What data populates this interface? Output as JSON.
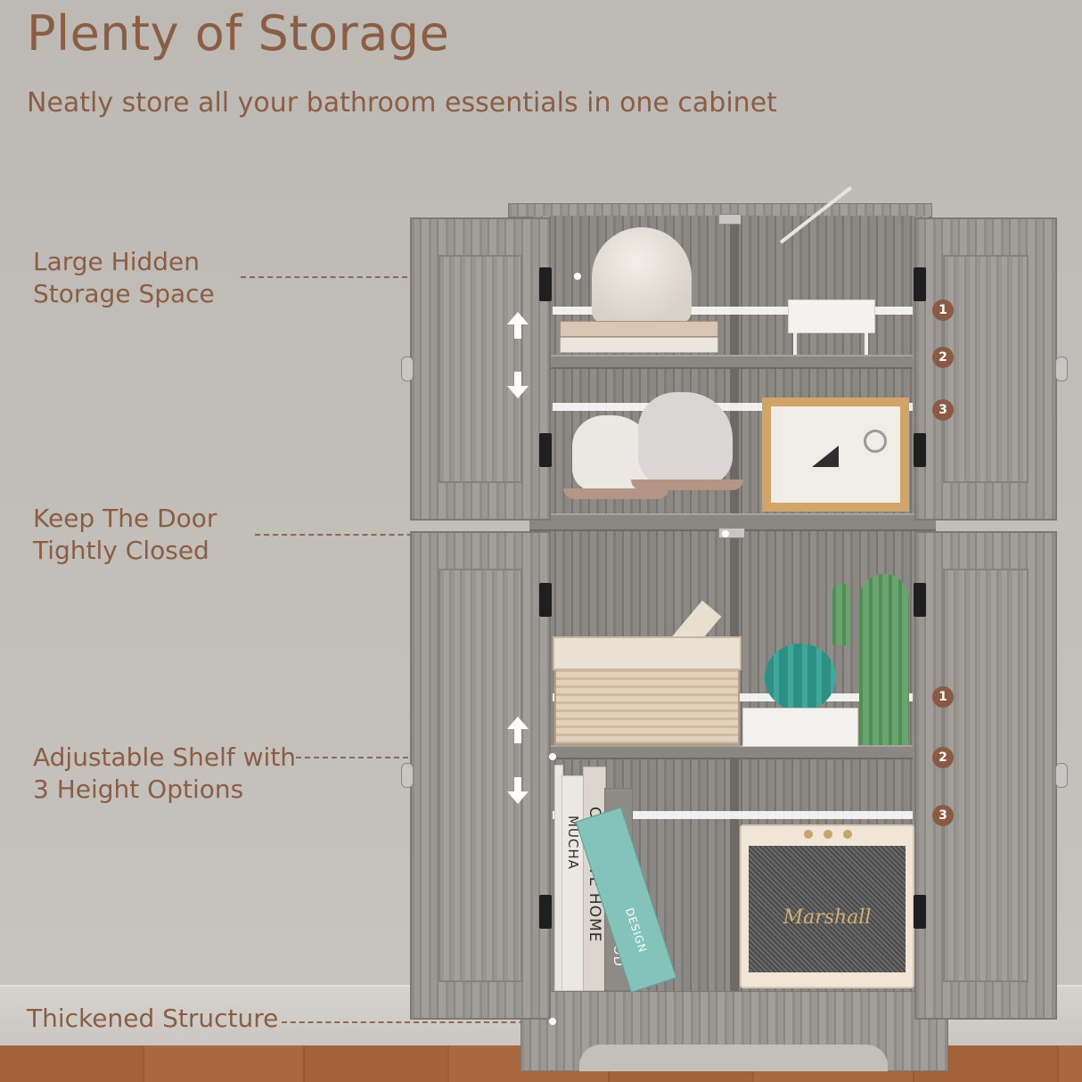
{
  "header": {
    "title": "Plenty of Storage",
    "subtitle": "Neatly store all your bathroom essentials in one cabinet"
  },
  "features": [
    {
      "line1": "Large Hidden",
      "line2": "Storage Space"
    },
    {
      "line1": "Keep The Door",
      "line2": "Tightly Closed"
    },
    {
      "line1": "Adjustable Shelf with",
      "line2": "3 Height Options"
    },
    {
      "line1": "Thickened Structure",
      "line2": ""
    }
  ],
  "height_options": {
    "upper": [
      "1",
      "2",
      "3"
    ],
    "lower": [
      "1",
      "2",
      "3"
    ]
  },
  "props": {
    "books": [
      "MUCHA",
      "CREATIVE HOME",
      "MIKKETL KARSTOD"
    ],
    "tilted_book": "DESIGN",
    "speaker_brand": "Marshall"
  },
  "colors": {
    "text_brown": "#8b5e44",
    "badge_brown": "#8b5a44",
    "wall": "#bfbbb6",
    "cabinet_gray": "#9b9894"
  }
}
